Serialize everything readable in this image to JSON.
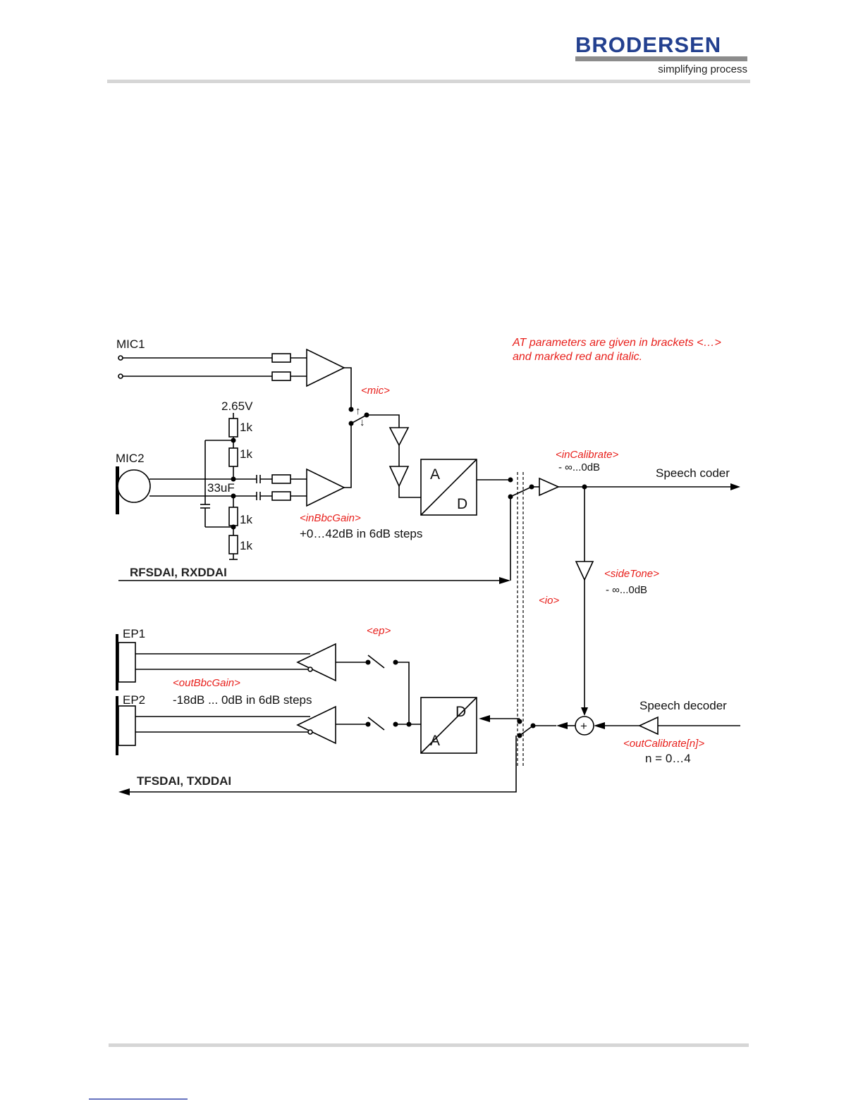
{
  "header": {
    "logo_text": "BRODERSEN",
    "tagline": "simplifying process",
    "brand_color": "#23408f"
  },
  "diagram": {
    "note": {
      "line1": "AT parameters are given in brackets <…>",
      "line2": "and marked red and italic.",
      "color": "#e8201c"
    },
    "inputs": {
      "mic1": "MIC1",
      "mic2": "MIC2",
      "supply": "2.65V",
      "r1": "1k",
      "r2": "1k",
      "r3": "1k",
      "r4": "1k",
      "cap": "33uF"
    },
    "params": {
      "mic": "<mic>",
      "inBbcGain": "<inBbcGain>",
      "inBbcGain_range": "+0…42dB in 6dB steps",
      "inCalibrate": "<inCalibrate>",
      "inCalibrate_range": "- ∞...0dB",
      "sideTone": "<sideTone>",
      "sideTone_range": "- ∞...0dB",
      "io": "<io>",
      "ep": "<ep>",
      "outBbcGain": "<outBbcGain>",
      "outBbcGain_range": "-18dB ... 0dB in 6dB steps",
      "outCalibrate": "<outCalibrate[n]>",
      "outCalibrate_range": "n = 0…4"
    },
    "signals": {
      "speech_coder": "Speech coder",
      "speech_decoder": "Speech decoder",
      "rx": "RFSDAI, RXDDAI",
      "tx": "TFSDAI, TXDDAI",
      "ep1": "EP1",
      "ep2": "EP2"
    },
    "blocks": {
      "adc_top": "A",
      "adc_bottom": "D",
      "dac_top": "D",
      "dac_bottom": "A"
    }
  }
}
